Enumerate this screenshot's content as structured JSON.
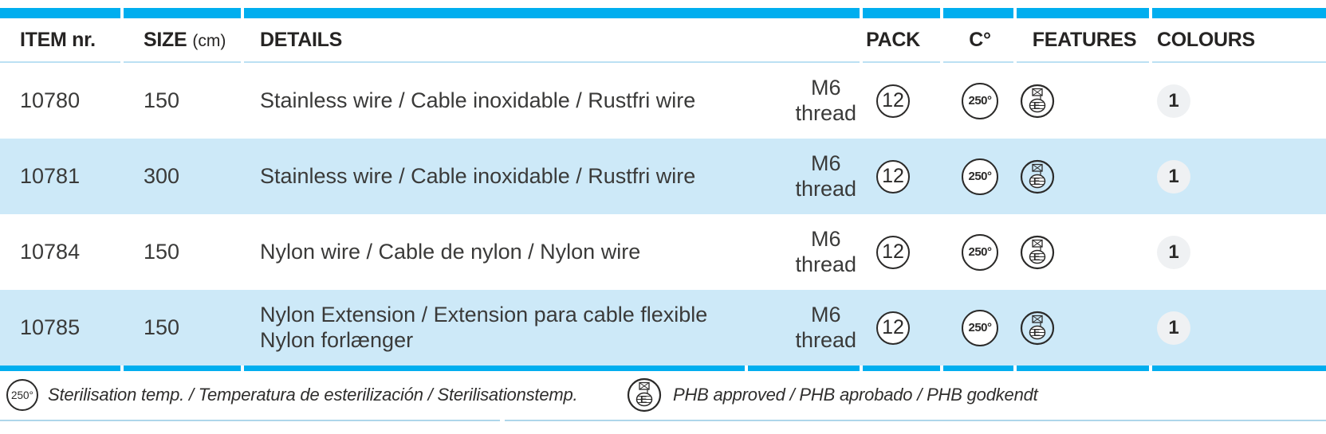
{
  "header": {
    "item": "ITEM nr.",
    "size": "SIZE",
    "size_unit": "(cm)",
    "details": "DETAILS",
    "pack": "PACK",
    "temp": "C°",
    "features": "FEATURES",
    "colours": "COLOURS"
  },
  "rows": [
    {
      "item": "10780",
      "size": "150",
      "details": "Stainless wire / Cable inoxidable / Rustfri wire",
      "details2": "",
      "thread1": "M6",
      "thread2": "thread",
      "pack": "12",
      "temp": "250°",
      "features": [
        "phb-approved"
      ],
      "colours": "1"
    },
    {
      "item": "10781",
      "size": "300",
      "details": "Stainless wire / Cable inoxidable / Rustfri wire",
      "details2": "",
      "thread1": "M6",
      "thread2": "thread",
      "pack": "12",
      "temp": "250°",
      "features": [
        "phb-approved"
      ],
      "colours": "1"
    },
    {
      "item": "10784",
      "size": "150",
      "details": "Nylon wire / Cable de nylon / Nylon wire",
      "details2": "",
      "thread1": "M6",
      "thread2": "thread",
      "pack": "12",
      "temp": "250°",
      "features": [
        "phb-approved"
      ],
      "colours": "1"
    },
    {
      "item": "10785",
      "size": "150",
      "details": "Nylon Extension / Extension para cable flexible",
      "details2": "Nylon forlænger",
      "thread1": "M6",
      "thread2": "thread",
      "pack": "12",
      "temp": "250°",
      "features": [
        "phb-approved"
      ],
      "colours": "1"
    }
  ],
  "legend": {
    "sterilisation": {
      "icon_text": "250°",
      "text": "Sterilisation temp. / Temperatura de esterilización / Sterilisationstemp."
    },
    "phb": {
      "text": "PHB approved / PHB aprobado / PHB godkendt"
    }
  },
  "icons": {
    "phb_letter": "E"
  },
  "colors": {
    "accent_blue": "#00AEEF",
    "row_alt_blue": "#CDE9F8",
    "header_separator_blue": "#BCE0F3",
    "bottom_line_blue": "#AED6EA",
    "badge_gray": "#EFF1F3",
    "text_dark": "#3A3A39"
  }
}
